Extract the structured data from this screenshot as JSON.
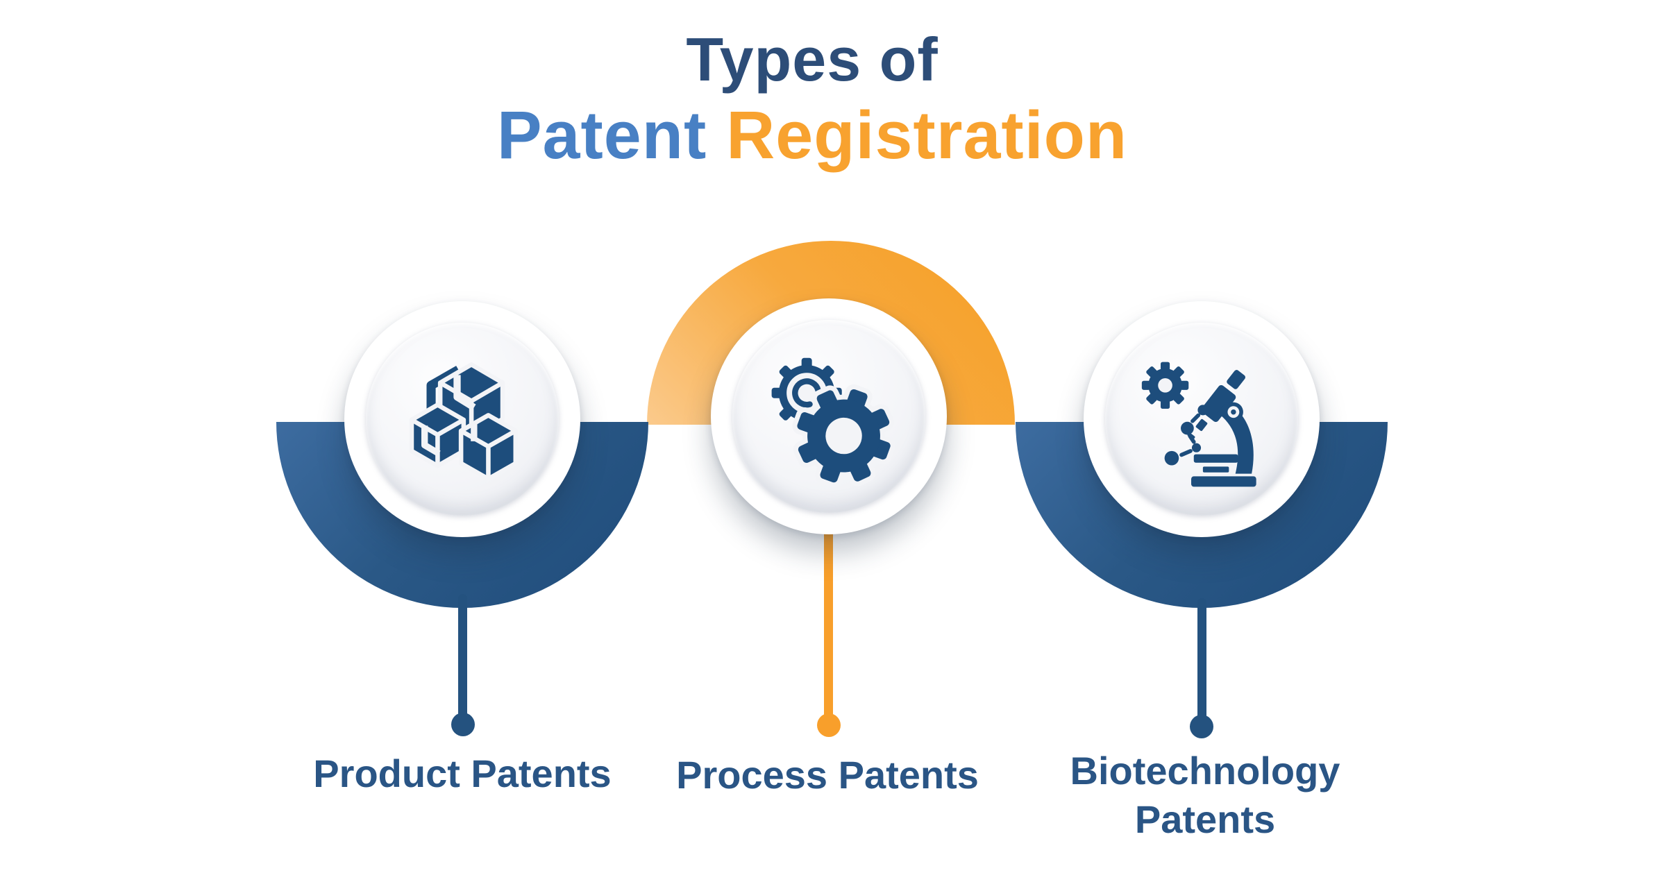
{
  "title": {
    "line1": "Types of",
    "line2_word1": "Patent",
    "line2_word2": "Registration"
  },
  "items": [
    {
      "label": "Product Patents",
      "icon": "cubes-icon",
      "arc_shape": "bottom-semicircle",
      "arc_color": "#24527f",
      "dot_color": "#24527f"
    },
    {
      "label": "Process Patents",
      "icon": "gears-icon",
      "arc_shape": "top-dome",
      "arc_color": "#f6a02b",
      "dot_color": "#f89f2b"
    },
    {
      "label": "Biotechnology Patents",
      "icon": "microscope-icon",
      "arc_shape": "bottom-semicircle",
      "arc_color": "#24527f",
      "dot_color": "#24527f"
    }
  ],
  "colors": {
    "title_navy": "#2d4d78",
    "title_blue": "#4880c4",
    "title_orange": "#f8a22f",
    "label_blue": "#2a5585",
    "icon_blue": "#1d4d7c",
    "arc_blue_light": "#3d6ca0",
    "arc_blue_dark": "#1f4c7b",
    "arc_orange": "#f6a028",
    "arc_orange_light": "#fbca8c",
    "background": "#ffffff"
  }
}
